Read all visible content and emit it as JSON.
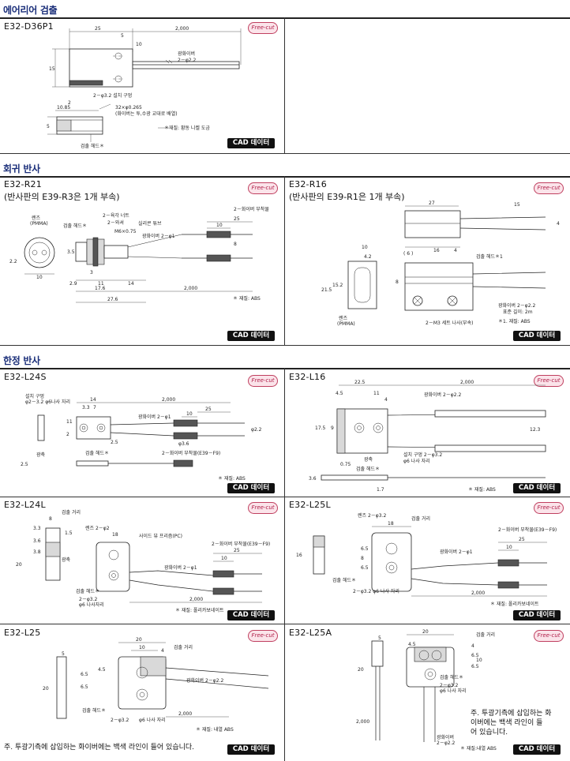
{
  "sections": {
    "area": "에어리어 검출",
    "retro": "회귀 반사",
    "limited": "한정 반사"
  },
  "freecut_label": "Free-cut",
  "cad_label": "CAD 데이터",
  "cells": {
    "d36p1": {
      "model": "E32-D36P1",
      "labels": {
        "dim25": "25",
        "dim2000": "2,000",
        "dim5": "5",
        "dim10": "10",
        "dim15": "15",
        "dim2": "2",
        "dim1085": "10.85",
        "dim5b": "5",
        "fiber": "광화이버",
        "fiber_dia": "2－φ2.2",
        "mount": "2－φ3.2 설치 구멍",
        "lens": "32×φ0.265",
        "lens_note": "(화이버는 투,수광 교대로 배열)",
        "material": "＊재질: 황동 니켈 도금",
        "head": "검출 헤드＊"
      }
    },
    "r21": {
      "model": "E32-R21",
      "accessory": "(반사판의 E39-R3은 1개 부속)",
      "labels": {
        "lens": "렌즈",
        "lens_mat": "(PMMA)",
        "nut": "2－육각 너트",
        "washer": "2－와셔",
        "thread": "M6×0.75",
        "tube": "실리콘 튜브",
        "fiber": "광화이버 2－φ1",
        "head": "검출 헤드＊",
        "attachment": "2－화이버 부착물",
        "dim10": "10",
        "dim25": "25",
        "dim35": "3.5",
        "dim22": "2.2",
        "dim29": "2.9",
        "dim11": "11",
        "dim14": "14",
        "dim3": "3",
        "dim176": "17.6",
        "dim276": "27.6",
        "dim2000": "2,000",
        "dim10b": "10",
        "dim8": "8",
        "material": "＊ 재질: ABS"
      }
    },
    "r16": {
      "model": "E32-R16",
      "accessory": "(반사판의 E39-R1은 1개 부속)",
      "labels": {
        "dim27": "27",
        "dim15": "15",
        "dim6": "( 6 )",
        "dim16": "16",
        "dim4": "4",
        "dim10": "10",
        "dim42": "4.2",
        "dim8": "8",
        "dim152": "15.2",
        "dim215": "21.5",
        "head": "검출 헤드＊1",
        "fiber": "광화이버 2－φ2.2",
        "fiber_len": "표준 길이: 2m",
        "material": "＊1. 재질: ABS",
        "screw": "2－M3 세트 나사(부속)",
        "lens": "렌즈",
        "lens_mat": "(PMMA)"
      }
    },
    "l24s": {
      "model": "E32-L24S",
      "labels": {
        "mount": "설치 구멍",
        "mount2": "φ2－3.2 φ6나사 자리",
        "dim14": "14",
        "dim2000": "2,000",
        "dim33": "3.3",
        "dim7": "7",
        "fiber": "광화이버 2－φ1",
        "dim10": "10",
        "dim25": "25",
        "dim11": "11",
        "dim2": "2",
        "dim25b": "2.5",
        "dim36": "φ3.6",
        "dim22": "φ2.2",
        "axis": "광축",
        "head": "검출 헤드＊",
        "attachment": "2－화이버 부착물(E39－F9)",
        "dim25c": "2.5",
        "material": "＊ 재질: ABS"
      }
    },
    "l16": {
      "model": "E32-L16",
      "labels": {
        "dim225": "22.5",
        "dim2000": "2,000",
        "dim45": "4.5",
        "dim11": "11",
        "dim4": "4",
        "fiber": "광화이버 2－φ2.2",
        "dim175": "17.5",
        "dim9": "9",
        "dim123": "12.3",
        "axis": "광축",
        "mount": "설치 구멍 2－φ3.2",
        "mount2": "φ6 나사 자리",
        "dim075": "0.75",
        "head": "검출 헤드＊",
        "dim36": "3.6",
        "dim17": "1.7",
        "material": "＊ 재질: ABS"
      }
    },
    "l24l": {
      "model": "E32-L24L",
      "labels": {
        "range": "검출 거리",
        "dim8": "8",
        "dim33": "3.3",
        "dim15": "1.5",
        "dim36": "3.6",
        "dim20": "20",
        "dim38": "3.8",
        "axis": "광축",
        "lens": "렌즈 2－φ2",
        "dim18": "18",
        "shade": "사이드 뷰 프리즘(PC)",
        "attachment": "2－화이버 부착물(E39－F9)",
        "fiber": "광화이버 2－φ1",
        "dim25": "25",
        "dim10": "10",
        "head": "검출 헤드＊",
        "mount": "2－φ3.2",
        "mount2": "φ6 나사자리",
        "dim2000": "2,000",
        "material": "＊ 재질: 폴리카보네이트"
      }
    },
    "l25l": {
      "model": "E32-L25L",
      "labels": {
        "lens": "렌즈 2－φ3.2",
        "range": "검출 거리",
        "dim18": "18",
        "dim16": "16",
        "dim65": "6.5",
        "dim65b": "6.5",
        "dim8": "8",
        "attachment": "2－화이버 부착물(E39－F9)",
        "fiber": "광화이버 2－φ1",
        "dim25": "25",
        "dim10": "10",
        "head": "검출 헤드＊",
        "mount": "2－φ3.2 φ6 나사 자리",
        "dim2000": "2,000",
        "material": "＊ 재질: 폴리카보네이트"
      }
    },
    "l25": {
      "model": "E32-L25",
      "labels": {
        "dim5": "5",
        "dim20": "20",
        "dim10": "10",
        "dim4": "4",
        "range": "검출 거리",
        "dim45": "4.5",
        "dim65": "6.5",
        "dim65b": "6.5",
        "dim20b": "20",
        "fiber": "광화이버 2－φ2.2",
        "head": "검출 헤드＊",
        "mount": "2－φ3.2",
        "mount2": "φ6 나사 자리",
        "dim2000": "2,000",
        "material": "＊ 재질: 내열 ABS"
      },
      "footnote": "주. 투광기측에 삽입하는 화이버에는 백색 라인이 들어 있습니다."
    },
    "l25a": {
      "model": "E32-L25A",
      "labels": {
        "dim5": "5",
        "dim20": "20",
        "range": "검출 거리",
        "dim4": "4",
        "dim65": "6.5",
        "dim65b": "6.5",
        "dim20b": "20",
        "dim45": "4.5",
        "dim10": "10",
        "head": "검출 헤드＊",
        "mount": "2－φ3.2",
        "mount2": "φ6 나사 자리",
        "dim2000": "2,000",
        "fiber": "광화이버",
        "fiber2": "2－φ2.2",
        "material": "＊ 재질:내열 ABS"
      },
      "footnote_lines": [
        "주. 투광기측에 삽입하는 화",
        "이버에는 백색 라인이 들",
        "어 있습니다."
      ]
    }
  }
}
